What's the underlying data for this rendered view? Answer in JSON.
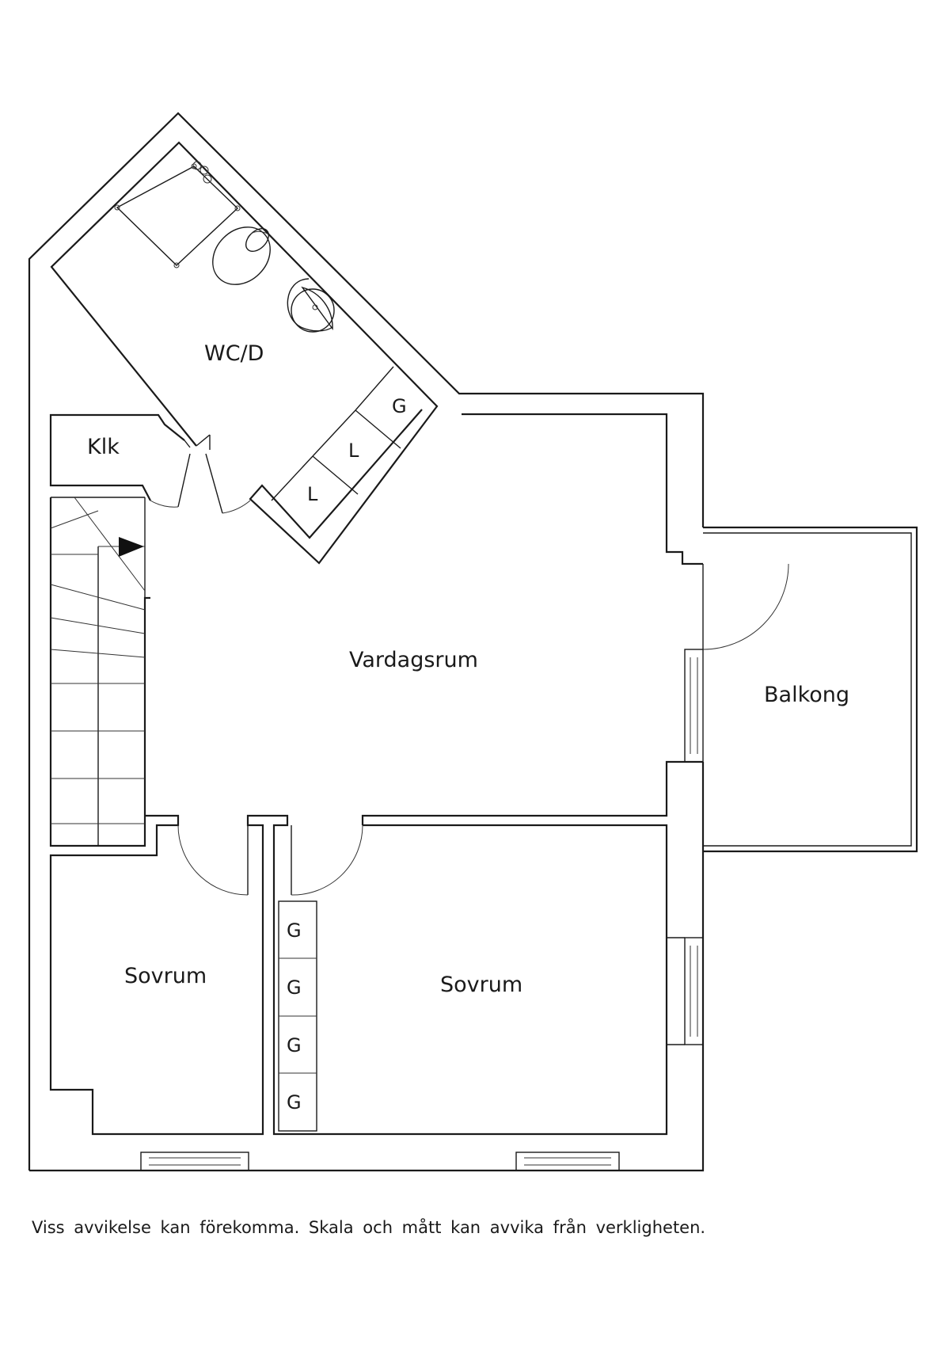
{
  "rooms": {
    "wc": "WC/D",
    "closet": "Klk",
    "living": "Vardagsrum",
    "balcony": "Balkong",
    "bedroom_left": "Sovrum",
    "bedroom_right": "Sovrum"
  },
  "fixtures": {
    "bath_g": "G",
    "bath_l1": "L",
    "bath_l2": "L",
    "wardrobe_1": "G",
    "wardrobe_2": "G",
    "wardrobe_3": "G",
    "wardrobe_4": "G"
  },
  "disclaimer": "Viss avvikelse kan förekomma. Skala och mått kan avvika från verkligheten."
}
